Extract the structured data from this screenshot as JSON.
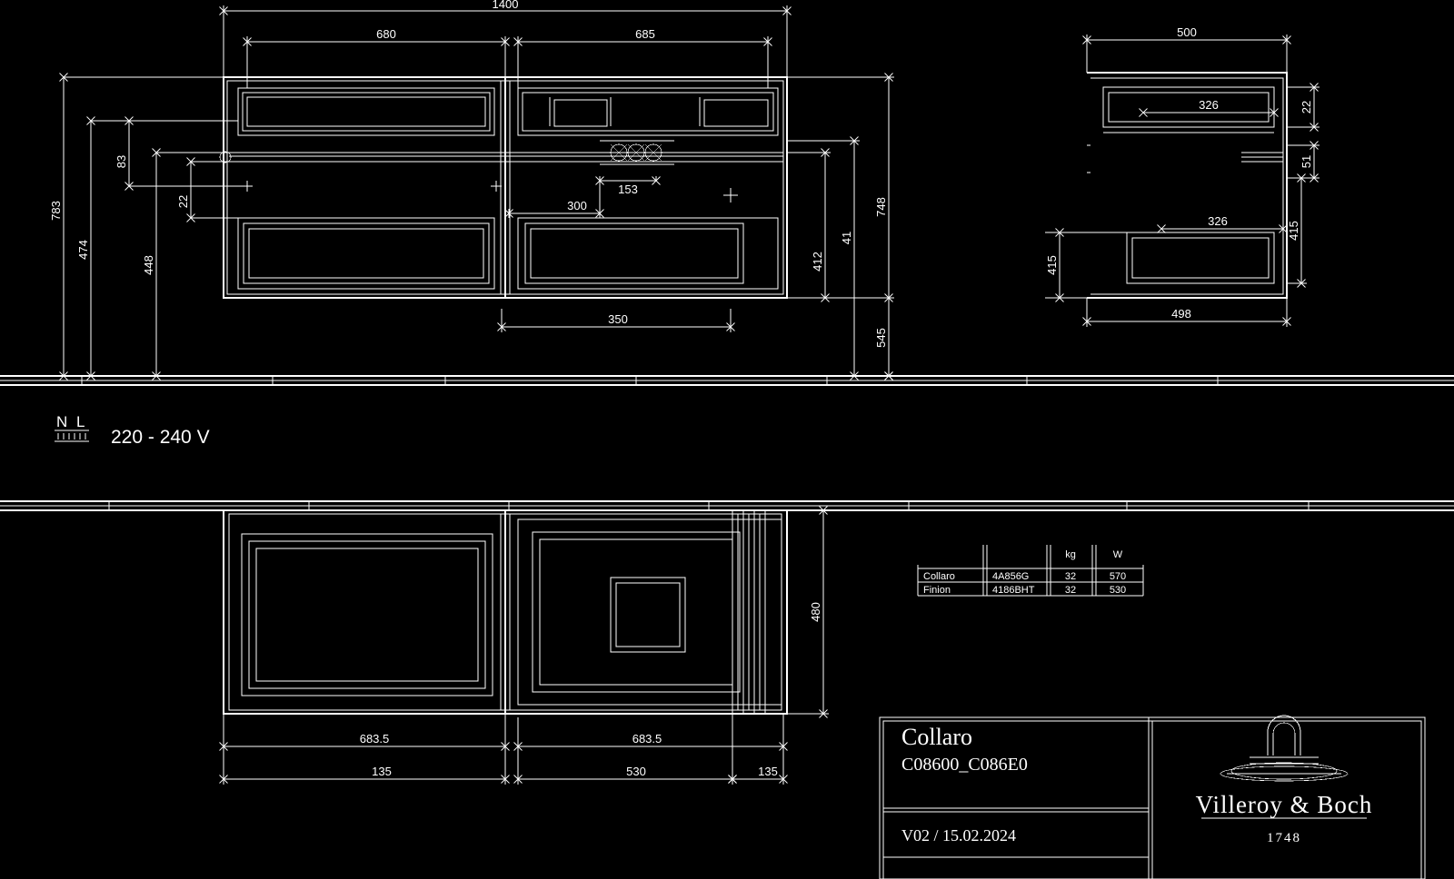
{
  "drawing": {
    "kind": "technical-cad-drawing",
    "product_line": "Collaro",
    "article_codes": "C08600_C086E0",
    "revision": "V02 / 15.02.2024",
    "brand": "Villeroy & Boch",
    "brand_year": "1748"
  },
  "electrical": {
    "symbol_left": "N",
    "symbol_right": "L",
    "voltage": "220 - 240 V"
  },
  "front_view": {
    "overall_width": "1400",
    "left_section_width": "680",
    "right_section_width": "685",
    "inner_dim_a": "300",
    "inner_dim_b": "153",
    "inner_dim_c": "350",
    "left_stack": [
      "783",
      "474",
      "448",
      "83",
      "22"
    ],
    "right_stack": [
      "748",
      "41",
      "412",
      "545"
    ]
  },
  "side_view": {
    "depth": "500",
    "inner_depth": "498",
    "shelf_upper": "326",
    "shelf_lower": "326",
    "height_right_a": "22",
    "height_right_b": "51",
    "height_right_c": "415",
    "height_left": "415"
  },
  "plan_view": {
    "left_half": "683.5",
    "right_half": "683.5",
    "sub_left": "135",
    "sub_mid": "530",
    "sub_right": "135",
    "depth": "480"
  },
  "spec_table": {
    "columns": [
      "",
      "",
      "kg",
      "W"
    ],
    "rows": [
      {
        "name": "Collaro",
        "code": "4A856G",
        "kg": "32",
        "w": "570"
      },
      {
        "name": "Finion",
        "code": "4186BHT",
        "kg": "32",
        "w": "530"
      }
    ]
  }
}
